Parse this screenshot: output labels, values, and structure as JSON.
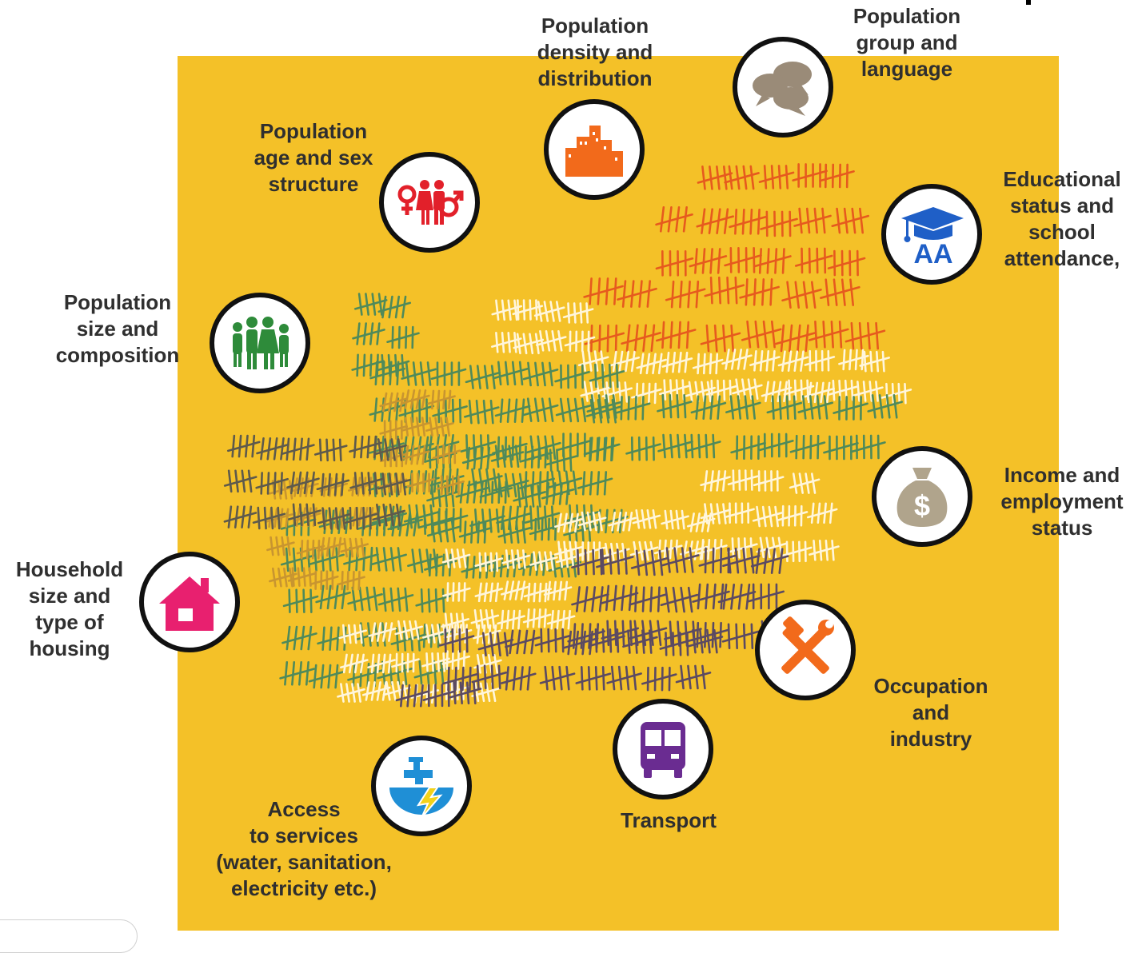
{
  "colors": {
    "board": "#f4c128",
    "label_text": "#2f2f2f",
    "icon_ring": "#111111",
    "tally_orange": "#e65a1e",
    "tally_white": "#fff6dc",
    "tally_green": "#4f8a5a",
    "tally_gold": "#c89530",
    "tally_gray": "#5e5a4c",
    "tally_purple": "#5b4a62"
  },
  "topics": [
    {
      "key": "size",
      "label": "Population\nsize and\ncomposition",
      "icon": "family-group-icon",
      "icon_color": "#2e8b3a"
    },
    {
      "key": "age",
      "label": "Population\nage and sex\nstructure",
      "icon": "gender-symbols-icon",
      "icon_color": "#e2202a"
    },
    {
      "key": "density",
      "label": "Population\ndensity and\ndistribution",
      "icon": "city-buildings-icon",
      "icon_color": "#f26a1b"
    },
    {
      "key": "language",
      "label": "Population\ngroup and\nlanguage",
      "icon": "speech-bubbles-icon",
      "icon_color": "#9a8b78"
    },
    {
      "key": "education",
      "label": "Educational\nstatus and\nschool\nattendance,",
      "icon": "graduation-cap-icon",
      "icon_color": "#1f5fc7",
      "icon_text": "AA"
    },
    {
      "key": "income",
      "label": "Income and\nemployment\nstatus",
      "icon": "money-bag-icon",
      "icon_color": "#b0a48c",
      "icon_text": "$"
    },
    {
      "key": "occupation",
      "label": "Occupation\nand\nindustry",
      "icon": "tools-icon",
      "icon_color": "#f26a1b"
    },
    {
      "key": "transport",
      "label": "Transport",
      "icon": "bus-icon",
      "icon_color": "#6a2c91"
    },
    {
      "key": "services",
      "label": "Access\nto services\n(water, sanitation,\nelectricity etc.)",
      "icon": "water-tap-icon",
      "icon_color": "#1f8fd6"
    },
    {
      "key": "housing",
      "label": "Household\nsize and\ntype of\nhousing",
      "icon": "house-icon",
      "icon_color": "#e8206f"
    }
  ]
}
